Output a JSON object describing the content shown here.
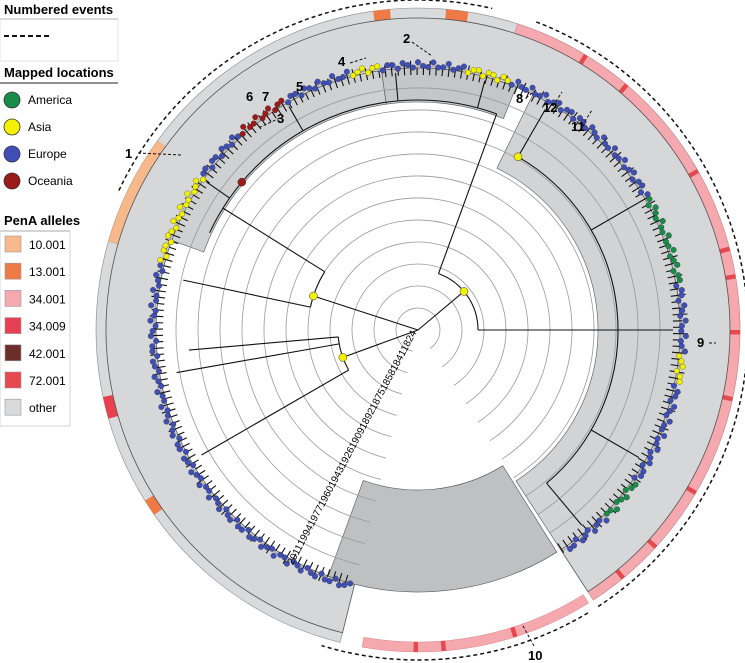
{
  "legend": {
    "numbered_events": {
      "title": "Numbered events"
    },
    "mapped_locations": {
      "title": "Mapped locations",
      "items": [
        {
          "label": "America",
          "color": "#1a8c4a"
        },
        {
          "label": "Asia",
          "color": "#f2f200"
        },
        {
          "label": "Europe",
          "color": "#3f4fb5"
        },
        {
          "label": "Oceania",
          "color": "#9c1a1a"
        }
      ]
    },
    "pena_alleles": {
      "title": "PenA alleles",
      "items": [
        {
          "label": "10.001",
          "color": "#f7b98c"
        },
        {
          "label": "13.001",
          "color": "#f07a45"
        },
        {
          "label": "34.001",
          "color": "#f5a8ae"
        },
        {
          "label": "34.009",
          "color": "#e84050"
        },
        {
          "label": "42.001",
          "color": "#6b2e2a"
        },
        {
          "label": "72.001",
          "color": "#e5484e"
        },
        {
          "label": "other",
          "color": "#d9dadc"
        }
      ]
    }
  },
  "time_axis": {
    "labels": [
      "1824",
      "1841",
      "1858",
      "1875",
      "1892",
      "1909",
      "1926",
      "1943",
      "1960",
      "1977",
      "1994",
      "2011"
    ]
  },
  "events": [
    "1",
    "2",
    "3",
    "4",
    "5",
    "6",
    "7",
    "8",
    "9",
    "10",
    "11",
    "12"
  ]
}
